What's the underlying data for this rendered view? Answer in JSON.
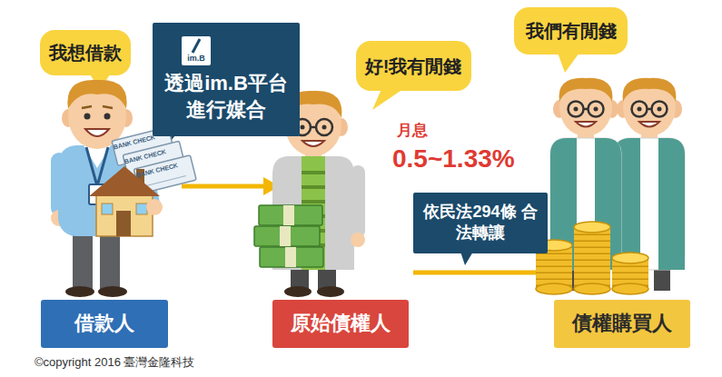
{
  "diagram": {
    "nodes": [
      {
        "text": [
          "我想借款"
        ]
      },
      {
        "text": [
          "im.B",
          "透過im.B平台 進行媒合"
        ]
      },
      {
        "text": [
          "好!我有閒錢"
        ]
      },
      {
        "text": [
          "我們有閒錢"
        ]
      },
      {
        "text": [
          "依民法294條 合法轉讓"
        ]
      },
      {
        "text": [
          "借款人"
        ]
      },
      {
        "text": [
          "原始債權人"
        ]
      },
      {
        "text": [
          "債權購買人"
        ]
      }
    ],
    "labels": [
      "BANK CHECK",
      "BANK CHECK",
      "BANK CHECK",
      "月息",
      "0.5~1.33%",
      "©copyright 2016 臺灣金隆科技"
    ]
  }
}
